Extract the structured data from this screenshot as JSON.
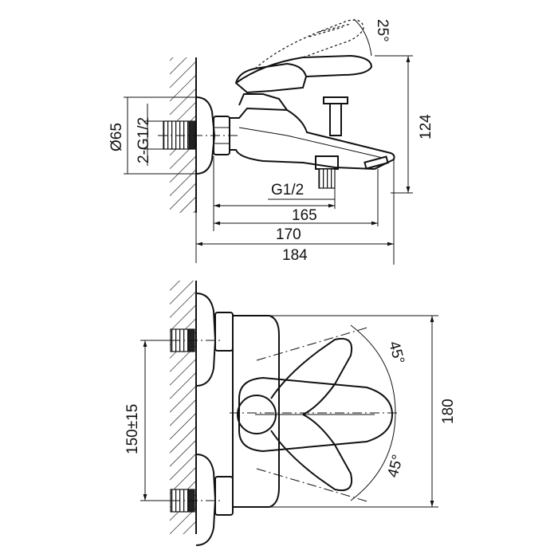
{
  "drawing": {
    "side_view": {
      "angle_lever": "25°",
      "dia_flange": "Ø65",
      "thread_inlets": "2-G1/2",
      "height": "124",
      "thread_outlet": "G1/2",
      "dim_a": "165",
      "dim_b": "170",
      "dim_c": "184"
    },
    "top_view": {
      "angle_up": "45°",
      "angle_down": "45°",
      "center_distance": "150±15",
      "length": "180"
    }
  }
}
